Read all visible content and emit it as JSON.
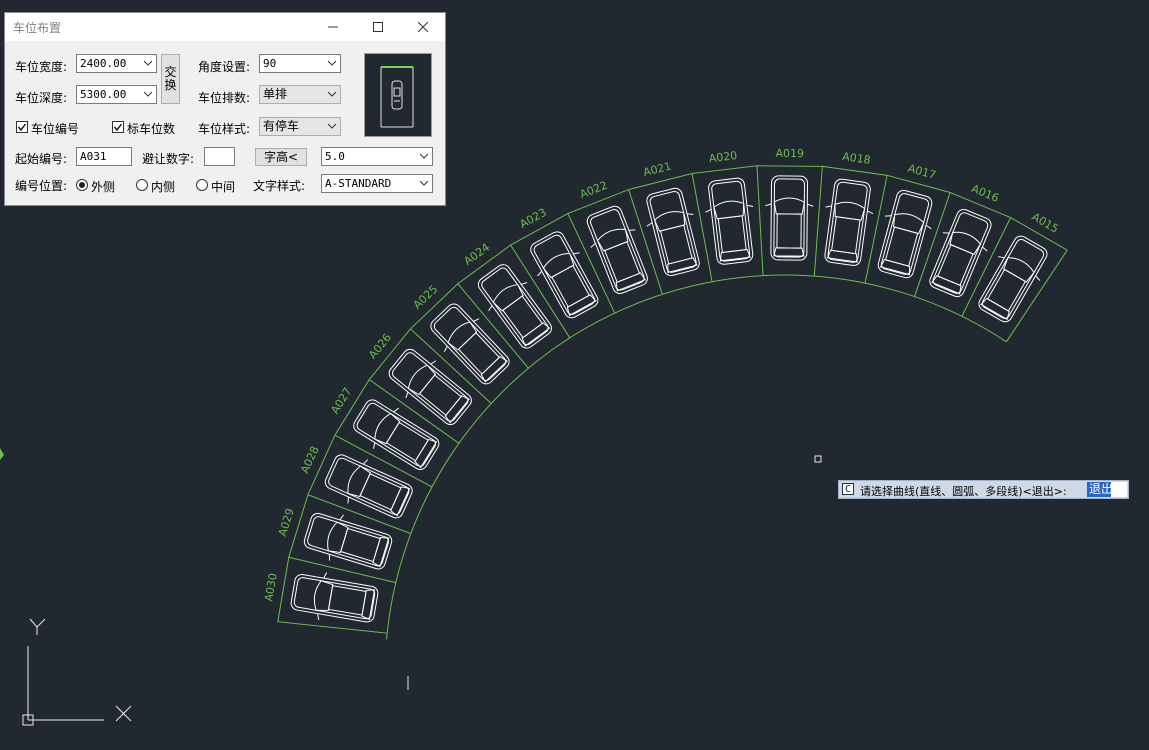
{
  "window": {
    "title": "车位布置"
  },
  "form": {
    "width_label": "车位宽度:",
    "width_value": "2400.00",
    "depth_label": "车位深度:",
    "depth_value": "5300.00",
    "swap_label_1": "交",
    "swap_label_2": "换",
    "angle_label": "角度设置:",
    "angle_value": "90",
    "rows_label": "车位排数:",
    "rows_value": "单排",
    "style_label": "车位样式:",
    "style_value": "有停车",
    "number_check_label": "车位编号",
    "number_check_checked": true,
    "count_check_label": "标车位数",
    "count_check_checked": true,
    "start_label": "起始编号:",
    "start_value": "A031",
    "avoid_label": "避让数字:",
    "avoid_value": "",
    "font_height_button": "字高<",
    "font_height_value": "5.0",
    "position_label": "编号位置:",
    "position_options": [
      "外侧",
      "内侧",
      "中间"
    ],
    "position_selected": "外侧",
    "text_style_label": "文字样式:",
    "text_style_value": "A-STANDARD"
  },
  "drawing": {
    "line_color": "#6bbf4e",
    "car_color": "#ffffff",
    "bg_color": "#212830",
    "labels": [
      "A030",
      "A029",
      "A028",
      "A027",
      "A026",
      "A025",
      "A024",
      "A023",
      "A022",
      "A021",
      "A020",
      "A019",
      "A018",
      "A017",
      "A016",
      "A015"
    ],
    "ucs_x": "X",
    "ucs_y": "Y"
  },
  "command": {
    "icon": "C",
    "prompt": "请选择曲线(直线、圆弧、多段线)<退出>:",
    "selected": "退出"
  }
}
